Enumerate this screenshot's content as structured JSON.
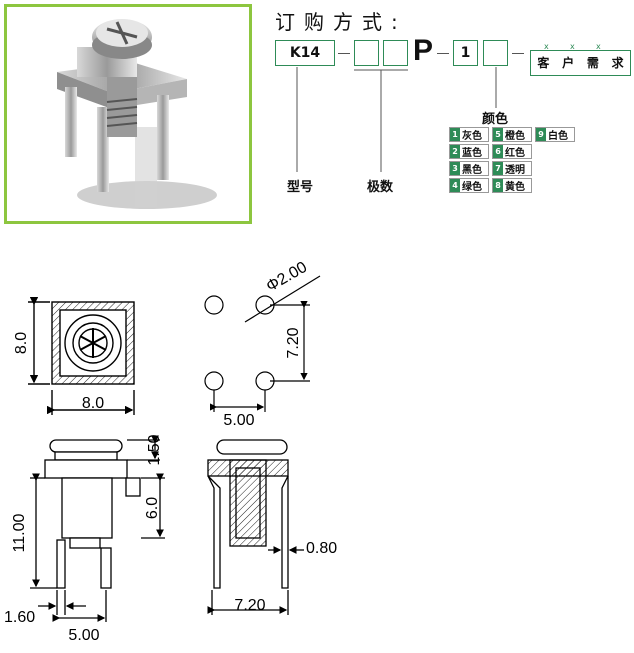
{
  "order": {
    "title": "订购方式:",
    "model_code": "K14",
    "p_letter": "P",
    "one": "1",
    "customer_req": [
      "客",
      "户",
      "需",
      "求"
    ],
    "x_marks": [
      "x",
      "x",
      "x"
    ],
    "label_model": "型号",
    "label_poles": "极数",
    "label_color": "颜色"
  },
  "colors": [
    {
      "num": "1",
      "name": "灰色"
    },
    {
      "num": "2",
      "name": "蓝色"
    },
    {
      "num": "3",
      "name": "黑色"
    },
    {
      "num": "4",
      "name": "绿色"
    },
    {
      "num": "5",
      "name": "橙色"
    },
    {
      "num": "6",
      "name": "红色"
    },
    {
      "num": "7",
      "name": "透明"
    },
    {
      "num": "8",
      "name": "黄色"
    },
    {
      "num": "9",
      "name": "白色"
    }
  ],
  "dimensions": {
    "top_width": "8.0",
    "top_height": "8.0",
    "hole_dia": "Φ2.00",
    "pin_v": "7.20",
    "pin_h": "5.00",
    "head": "1.50",
    "side_height": "11.00",
    "body": "6.0",
    "pin_thick": "1.60",
    "pin_spacing": "5.00",
    "lead_width": "0.80",
    "front_width": "7.20"
  },
  "colors_hex": {
    "frame": "#8dc63f",
    "accent": "#2e8b57"
  }
}
